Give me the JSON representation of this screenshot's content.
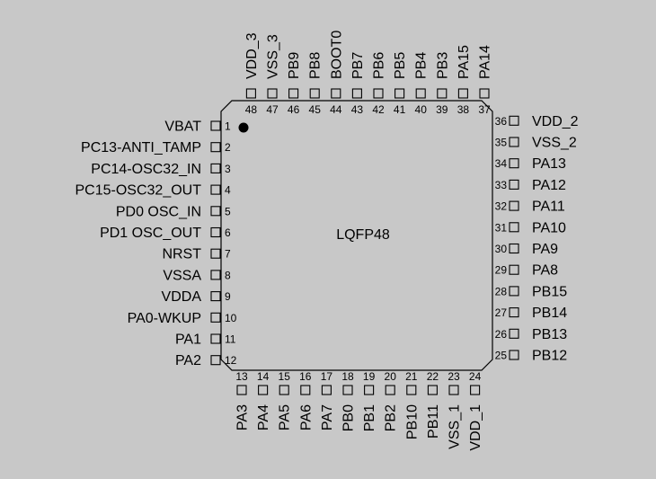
{
  "package": {
    "label": "LQFP48"
  },
  "colors": {
    "background": "#c8c8c8",
    "outline": "#000000",
    "pin1_marker": "#000000"
  },
  "pins": {
    "left": [
      {
        "num": "1",
        "name": "VBAT"
      },
      {
        "num": "2",
        "name": "PC13-ANTI_TAMP"
      },
      {
        "num": "3",
        "name": "PC14-OSC32_IN"
      },
      {
        "num": "4",
        "name": "PC15-OSC32_OUT"
      },
      {
        "num": "5",
        "name": "PD0 OSC_IN"
      },
      {
        "num": "6",
        "name": "PD1 OSC_OUT"
      },
      {
        "num": "7",
        "name": "NRST"
      },
      {
        "num": "8",
        "name": "VSSA"
      },
      {
        "num": "9",
        "name": "VDDA"
      },
      {
        "num": "10",
        "name": "PA0-WKUP"
      },
      {
        "num": "11",
        "name": "PA1"
      },
      {
        "num": "12",
        "name": "PA2"
      }
    ],
    "bottom": [
      {
        "num": "13",
        "name": "PA3"
      },
      {
        "num": "14",
        "name": "PA4"
      },
      {
        "num": "15",
        "name": "PA5"
      },
      {
        "num": "16",
        "name": "PA6"
      },
      {
        "num": "17",
        "name": "PA7"
      },
      {
        "num": "18",
        "name": "PB0"
      },
      {
        "num": "19",
        "name": "PB1"
      },
      {
        "num": "20",
        "name": "PB2"
      },
      {
        "num": "21",
        "name": "PB10"
      },
      {
        "num": "22",
        "name": "PB11"
      },
      {
        "num": "23",
        "name": "VSS_1"
      },
      {
        "num": "24",
        "name": "VDD_1"
      }
    ],
    "right": [
      {
        "num": "25",
        "name": "PB12"
      },
      {
        "num": "26",
        "name": "PB13"
      },
      {
        "num": "27",
        "name": "PB14"
      },
      {
        "num": "28",
        "name": "PB15"
      },
      {
        "num": "29",
        "name": "PA8"
      },
      {
        "num": "30",
        "name": "PA9"
      },
      {
        "num": "31",
        "name": "PA10"
      },
      {
        "num": "32",
        "name": "PA11"
      },
      {
        "num": "33",
        "name": "PA12"
      },
      {
        "num": "34",
        "name": "PA13"
      },
      {
        "num": "35",
        "name": "VSS_2"
      },
      {
        "num": "36",
        "name": "VDD_2"
      }
    ],
    "top": [
      {
        "num": "37",
        "name": "PA14"
      },
      {
        "num": "38",
        "name": "PA15"
      },
      {
        "num": "39",
        "name": "PB3"
      },
      {
        "num": "40",
        "name": "PB4"
      },
      {
        "num": "41",
        "name": "PB5"
      },
      {
        "num": "42",
        "name": "PB6"
      },
      {
        "num": "43",
        "name": "PB7"
      },
      {
        "num": "44",
        "name": "BOOT0"
      },
      {
        "num": "45",
        "name": "PB8"
      },
      {
        "num": "46",
        "name": "PB9"
      },
      {
        "num": "47",
        "name": "VSS_3"
      },
      {
        "num": "48",
        "name": "VDD_3"
      }
    ]
  }
}
